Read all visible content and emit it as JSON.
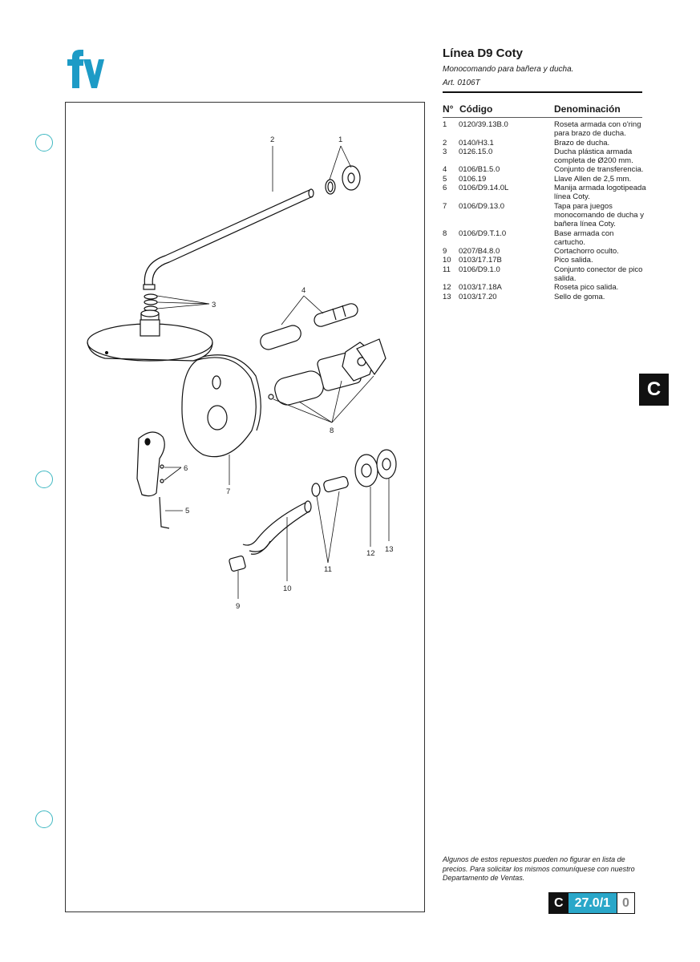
{
  "logo": {
    "text": "fv",
    "color": "#1d9bc6"
  },
  "header": {
    "title": "Línea D9 Coty",
    "subtitle": "Monocomando para bañera y ducha.",
    "article": "Art. 0106T"
  },
  "parts_table": {
    "col_num": "N°",
    "col_code": "Código",
    "col_name": "Denominación",
    "rows": [
      {
        "num": "1",
        "code": "0120/39.13B.0",
        "name": "Roseta armada con o'ring para brazo de ducha."
      },
      {
        "num": "2",
        "code": "0140/H3.1",
        "name": "Brazo de ducha."
      },
      {
        "num": "3",
        "code": "0126.15.0",
        "name": "Ducha plástica armada completa de Ø200 mm."
      },
      {
        "num": "4",
        "code": "0106/B1.5.0",
        "name": "Conjunto de transferencia."
      },
      {
        "num": "5",
        "code": "0106.19",
        "name": "Llave Allen de 2,5 mm."
      },
      {
        "num": "6",
        "code": "0106/D9.14.0L",
        "name": "Manija armada logotipeada línea Coty."
      },
      {
        "num": "7",
        "code": "0106/D9.13.0",
        "name": "Tapa para juegos monocomando de ducha y bañera línea Coty."
      },
      {
        "num": "8",
        "code": "0106/D9.T.1.0",
        "name": "Base armada con cartucho."
      },
      {
        "num": "9",
        "code": "0207/B4.8.0",
        "name": "Cortachorro oculto."
      },
      {
        "num": "10",
        "code": "0103/17.17B",
        "name": "Pico salida."
      },
      {
        "num": "11",
        "code": "0106/D9.1.0",
        "name": "Conjunto conector de pico salida."
      },
      {
        "num": "12",
        "code": "0103/17.18A",
        "name": "Roseta pico salida."
      },
      {
        "num": "13",
        "code": "0103/17.20",
        "name": "Sello de goma."
      }
    ]
  },
  "diagram_labels": {
    "l1": "1",
    "l2": "2",
    "l3": "3",
    "l4": "4",
    "l5": "5",
    "l6": "6",
    "l7": "7",
    "l8": "8",
    "l9": "9",
    "l10": "10",
    "l11": "11",
    "l12": "12",
    "l13": "13"
  },
  "section_tab": "C",
  "footnote": "Algunos de estos repuestos pueden no figurar en lista de precios. Para solicitar los mismos comuníquese con nuestro Departamento de Ventas.",
  "page_number": {
    "section": "C",
    "page": "27.0/1",
    "revision": "0"
  },
  "colors": {
    "accent": "#2aa7c9",
    "hole": "#3fb8c2"
  }
}
